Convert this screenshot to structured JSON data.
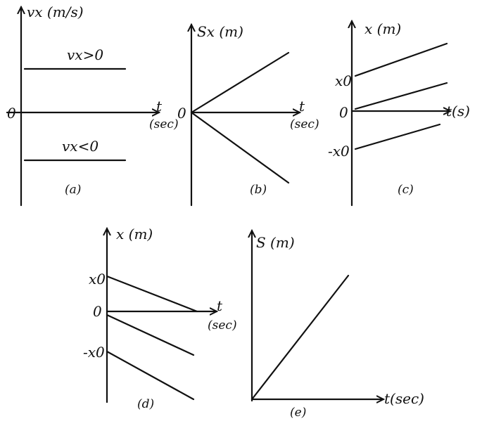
{
  "panels": {
    "a": {
      "caption": "(a)",
      "y_label": "vx (m/s)",
      "x_label": "t",
      "x_unit": "(sec)",
      "origin": "0",
      "upper_line_label": "vx>0",
      "lower_line_label": "vx<0"
    },
    "b": {
      "caption": "(b)",
      "y_label": "Sx (m)",
      "x_label": "t",
      "x_unit": "(sec)",
      "origin": "0"
    },
    "c": {
      "caption": "(c)",
      "y_label": "x (m)",
      "x_label": "t(s)",
      "origin": "0",
      "upper_intercept": "x0",
      "lower_intercept": "-x0"
    },
    "d": {
      "caption": "(d)",
      "y_label": "x (m)",
      "x_label": "t",
      "x_unit": "(sec)",
      "origin": "0",
      "upper_intercept": "x0",
      "lower_intercept": "-x0"
    },
    "e": {
      "caption": "(e)",
      "y_label": "S (m)",
      "x_label": "t(sec)"
    }
  }
}
